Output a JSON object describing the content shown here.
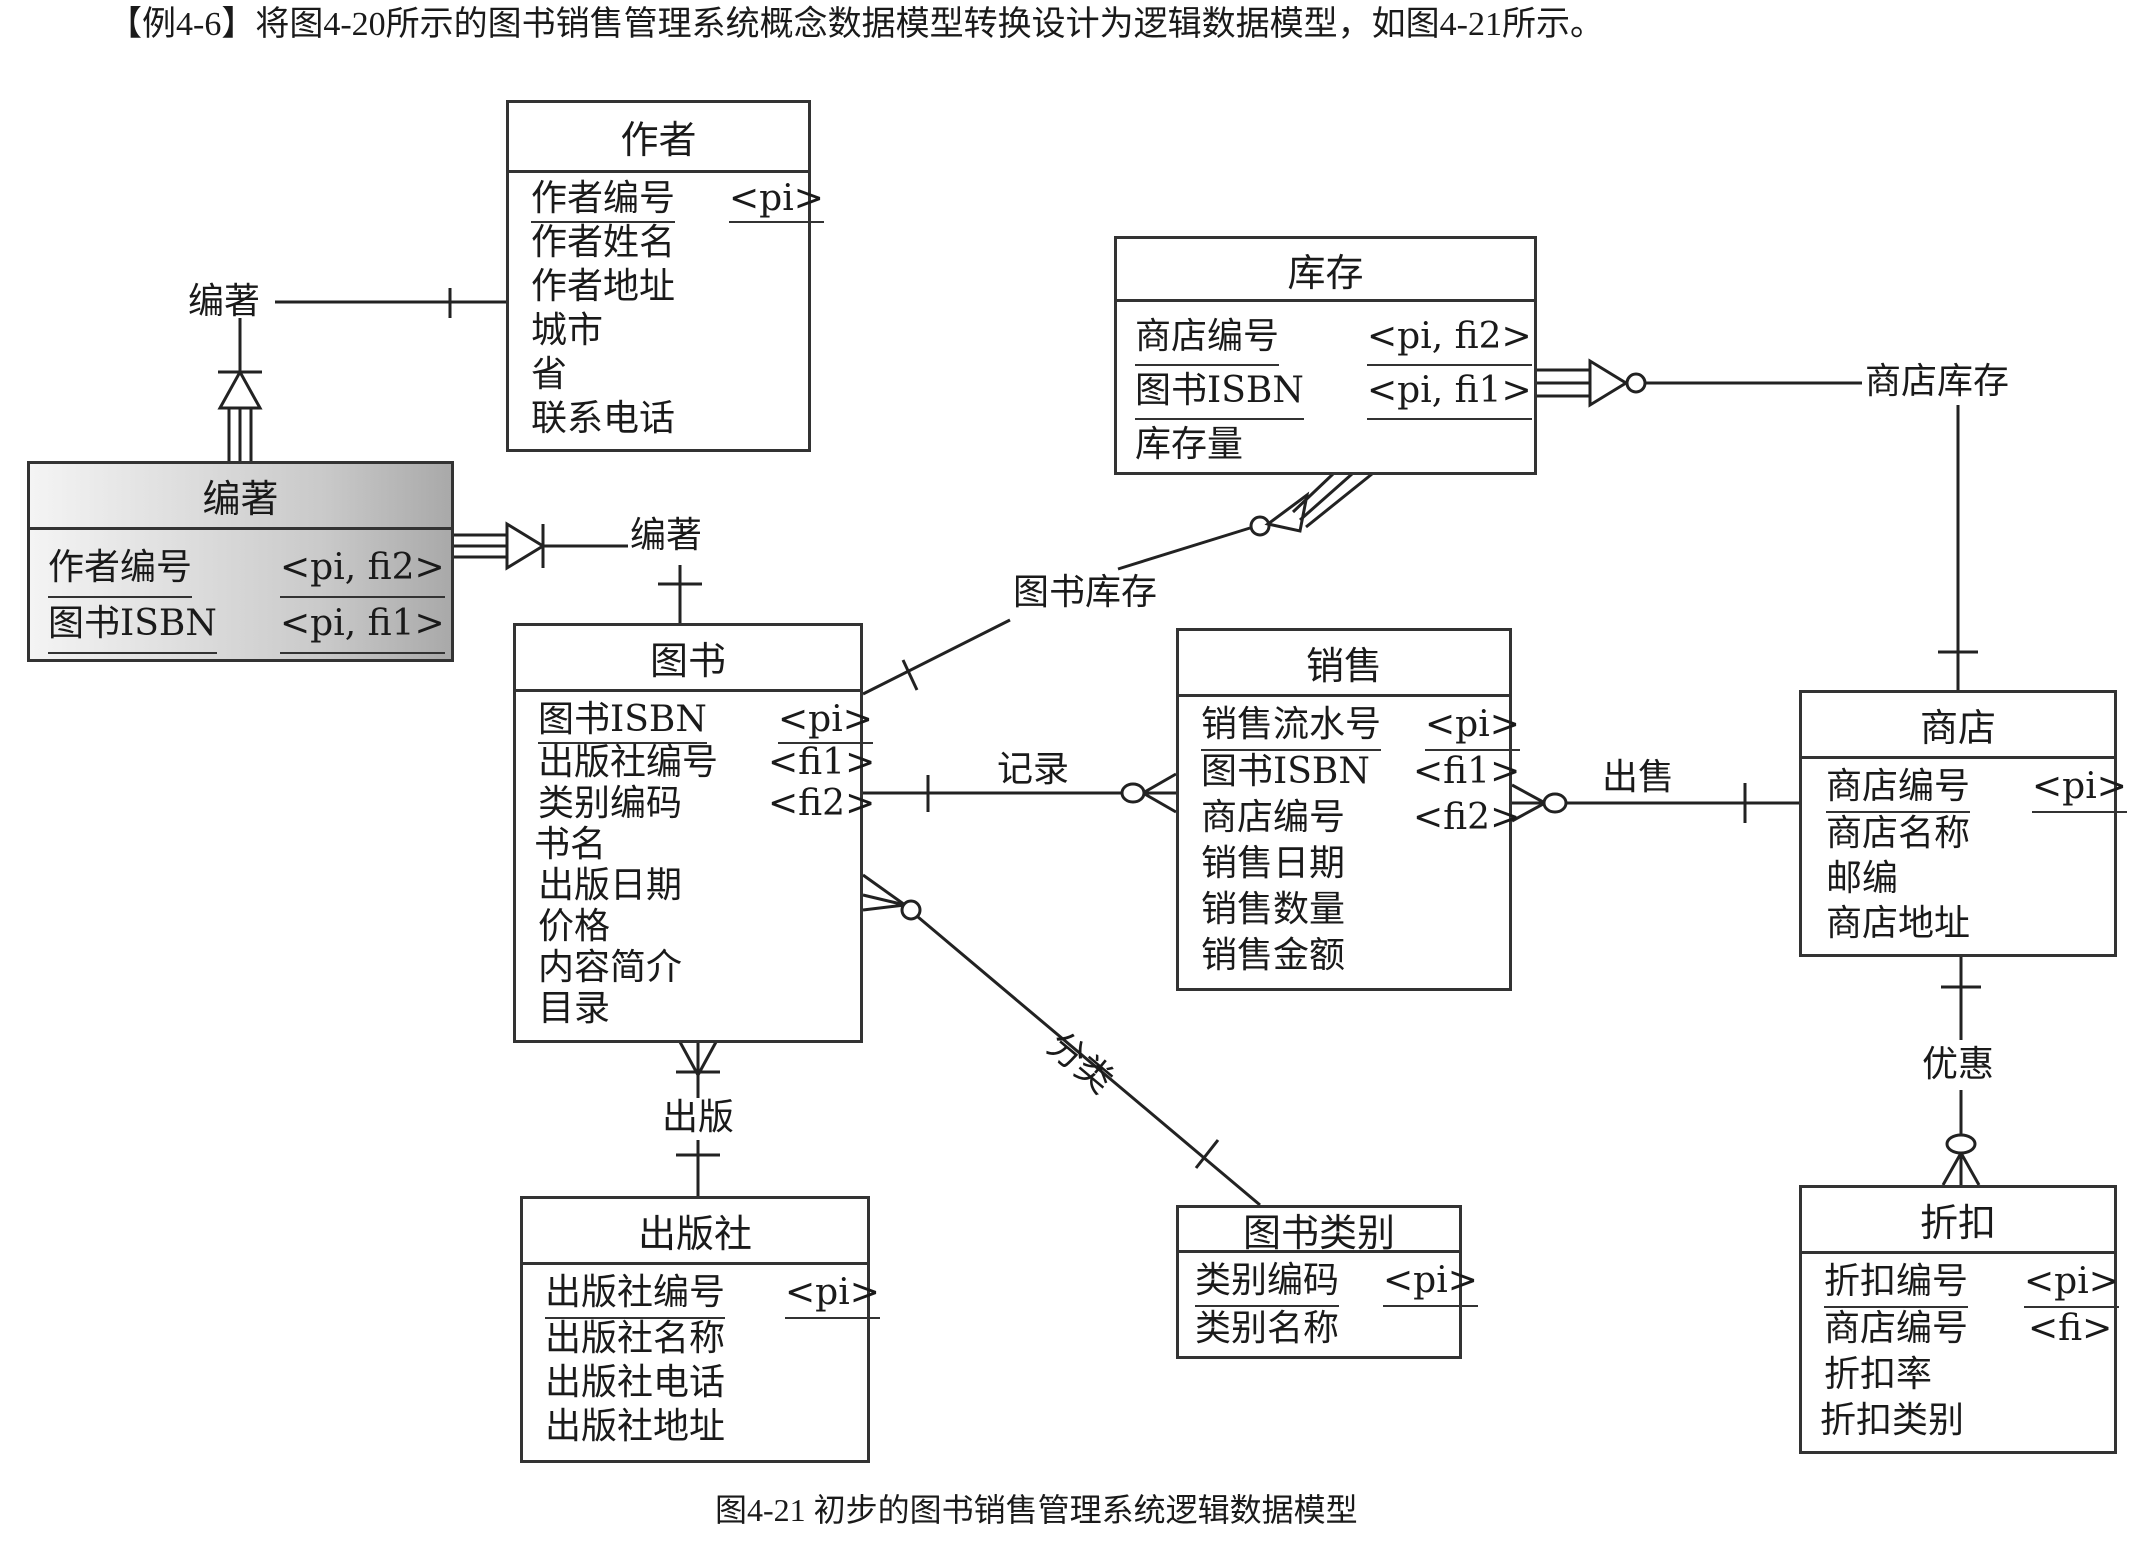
{
  "intro": "【例4-6】将图4-20所示的图书销售管理系统概念数据模型转换设计为逻辑数据模型，如图4-21所示。",
  "caption": "图4-21 初步的图书销售管理系统逻辑数据模型",
  "entities": {
    "author": {
      "name": "作者",
      "attrs": [
        {
          "name": "作者编号",
          "key": "<pi>",
          "pk": true
        },
        {
          "name": "作者姓名"
        },
        {
          "name": "作者地址"
        },
        {
          "name": "城市"
        },
        {
          "name": "省"
        },
        {
          "name": "联系电话"
        }
      ]
    },
    "authorship": {
      "name": "编著",
      "attrs": [
        {
          "name": "作者编号",
          "key": "<pi, fi2>",
          "pk": true
        },
        {
          "name": "图书ISBN",
          "key": "<pi, fi1>",
          "pk": true
        }
      ]
    },
    "inventory": {
      "name": "库存",
      "attrs": [
        {
          "name": "商店编号",
          "key": "<pi, fi2>",
          "pk": true
        },
        {
          "name": "图书ISBN",
          "key": "<pi, fi1>",
          "pk": true
        },
        {
          "name": "库存量"
        }
      ]
    },
    "book": {
      "name": "图书",
      "attrs": [
        {
          "name": "图书ISBN",
          "key": "<pi>",
          "pk": true
        },
        {
          "name": "出版社编号",
          "key": "<fi1>"
        },
        {
          "name": "类别编码",
          "key": "<fi2>"
        },
        {
          "name": "书名"
        },
        {
          "name": "出版日期"
        },
        {
          "name": "价格"
        },
        {
          "name": "内容简介"
        },
        {
          "name": "目录"
        }
      ]
    },
    "sale": {
      "name": "销售",
      "attrs": [
        {
          "name": "销售流水号",
          "key": "<pi>",
          "pk": true
        },
        {
          "name": "图书ISBN",
          "key": "<fi1>"
        },
        {
          "name": "商店编号",
          "key": "<fi2>"
        },
        {
          "name": "销售日期"
        },
        {
          "name": "销售数量"
        },
        {
          "name": "销售金额"
        }
      ]
    },
    "store": {
      "name": "商店",
      "attrs": [
        {
          "name": "商店编号",
          "key": "<pi>",
          "pk": true
        },
        {
          "name": "商店名称"
        },
        {
          "name": "邮编"
        },
        {
          "name": "商店地址"
        }
      ]
    },
    "publisher": {
      "name": "出版社",
      "attrs": [
        {
          "name": "出版社编号",
          "key": "<pi>",
          "pk": true
        },
        {
          "name": "出版社名称"
        },
        {
          "name": "出版社电话"
        },
        {
          "name": "出版社地址"
        }
      ]
    },
    "category": {
      "name": "图书类别",
      "attrs": [
        {
          "name": "类别编码",
          "key": "<pi>",
          "pk": true
        },
        {
          "name": "类别名称"
        }
      ]
    },
    "discount": {
      "name": "折扣",
      "attrs": [
        {
          "name": "折扣编号",
          "key": "<pi>",
          "pk": true
        },
        {
          "name": "商店编号",
          "key": "<fi>"
        },
        {
          "name": "折扣率"
        },
        {
          "name": "折扣类别"
        }
      ]
    }
  },
  "relationships": {
    "author_writes": "编著",
    "book_writes": "编著",
    "store_inventory": "商店库存",
    "book_inventory": "图书库存",
    "record": "记录",
    "sell": "出售",
    "publish": "出版",
    "classify": "分类",
    "offer": "优惠"
  }
}
